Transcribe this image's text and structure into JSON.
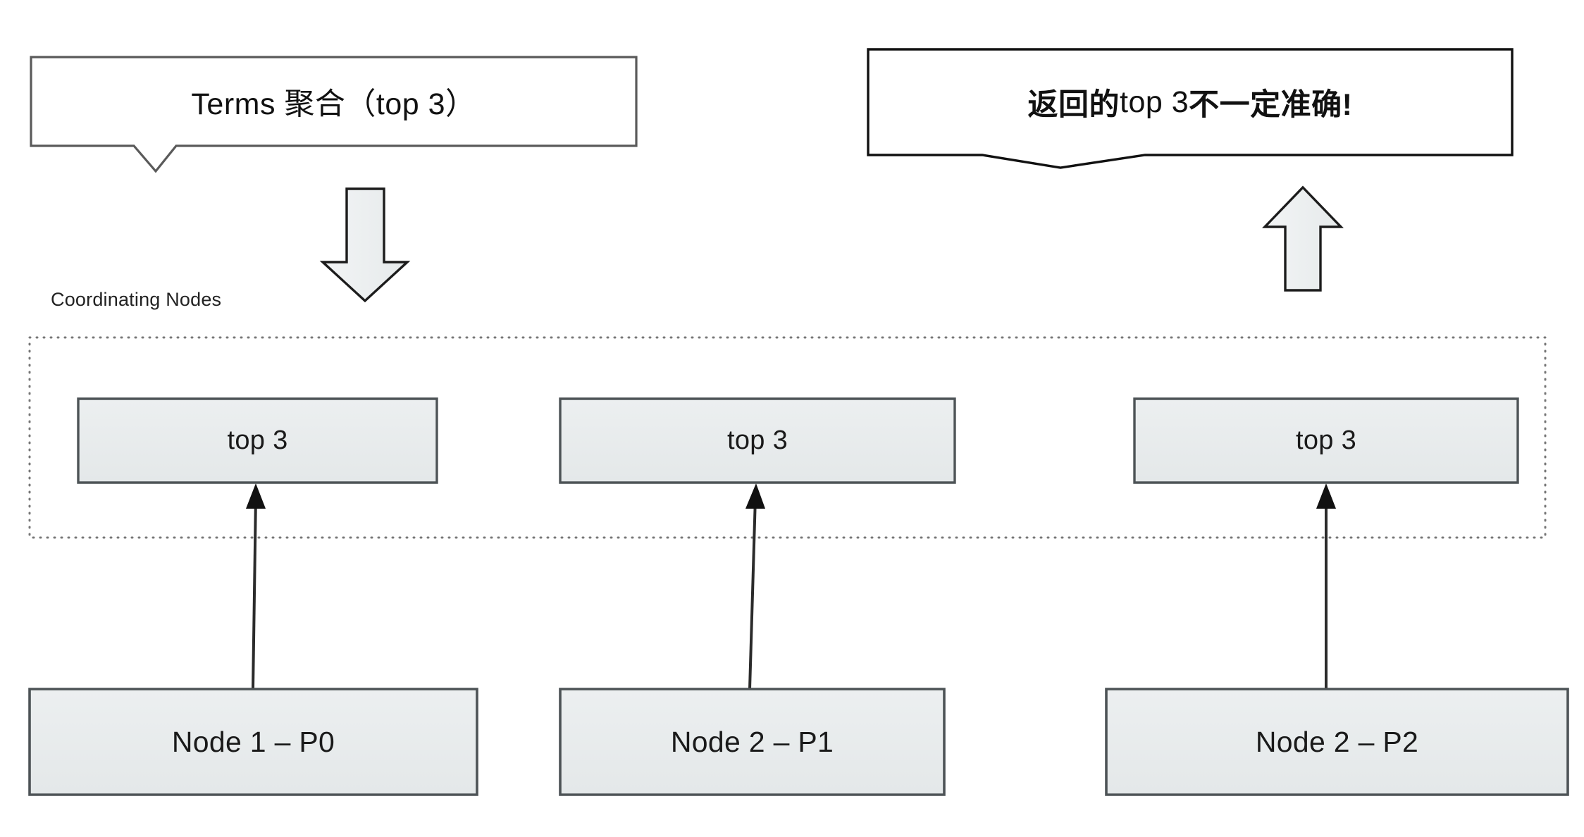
{
  "diagram": {
    "title_context": "Elasticsearch Terms aggregation across shards",
    "callouts": [
      {
        "id": "left-callout",
        "text_plain": "Terms 聚合（top 3）",
        "text_latin": "Terms",
        "text_cjk": "聚合（top 3）",
        "points_to": "coordinating-nodes",
        "tail_direction": "down"
      },
      {
        "id": "right-callout",
        "text_plain": "返回的 top 3 不一定准确!",
        "segments": [
          {
            "t": "返回的 ",
            "strong": true
          },
          {
            "t": "top 3 ",
            "strong": false
          },
          {
            "t": "不一定准确!",
            "strong": true
          }
        ],
        "points_to": "coordinating-nodes",
        "tail_direction": "down"
      }
    ],
    "arrows": [
      {
        "id": "request-arrow",
        "direction": "down",
        "meaning": "request into coordinating node"
      },
      {
        "id": "response-arrow",
        "direction": "up",
        "meaning": "response out of coordinating node"
      }
    ],
    "coordinating_section": {
      "label": "Coordinating Nodes",
      "boxes": [
        {
          "label": "top 3"
        },
        {
          "label": "top 3"
        },
        {
          "label": "top 3"
        }
      ]
    },
    "shard_nodes": [
      {
        "label": "Node 1 – P0"
      },
      {
        "label": "Node 2 – P1"
      },
      {
        "label": "Node 2 – P2"
      }
    ],
    "connectors": [
      {
        "from": "Node 1 – P0",
        "to": "top 3",
        "style": "solid-arrow-up"
      },
      {
        "from": "Node 2 – P1",
        "to": "top 3",
        "style": "solid-arrow-up"
      },
      {
        "from": "Node 2 – P2",
        "to": "top 3",
        "style": "solid-arrow-up"
      }
    ],
    "colors": {
      "background": "#ffffff",
      "box_fill": "#e8ebec",
      "box_stroke": "#4d5356",
      "callout_stroke": "#5a5a5a",
      "callout_stroke_dark": "#111111",
      "callout_fill": "#ffffff",
      "arrow_fill": "#eceff0",
      "arrow_stroke": "#1c1c1c",
      "dotted_stroke": "#777777",
      "connector_stroke": "#2b2b2b",
      "text": "#1a1a1a"
    }
  }
}
